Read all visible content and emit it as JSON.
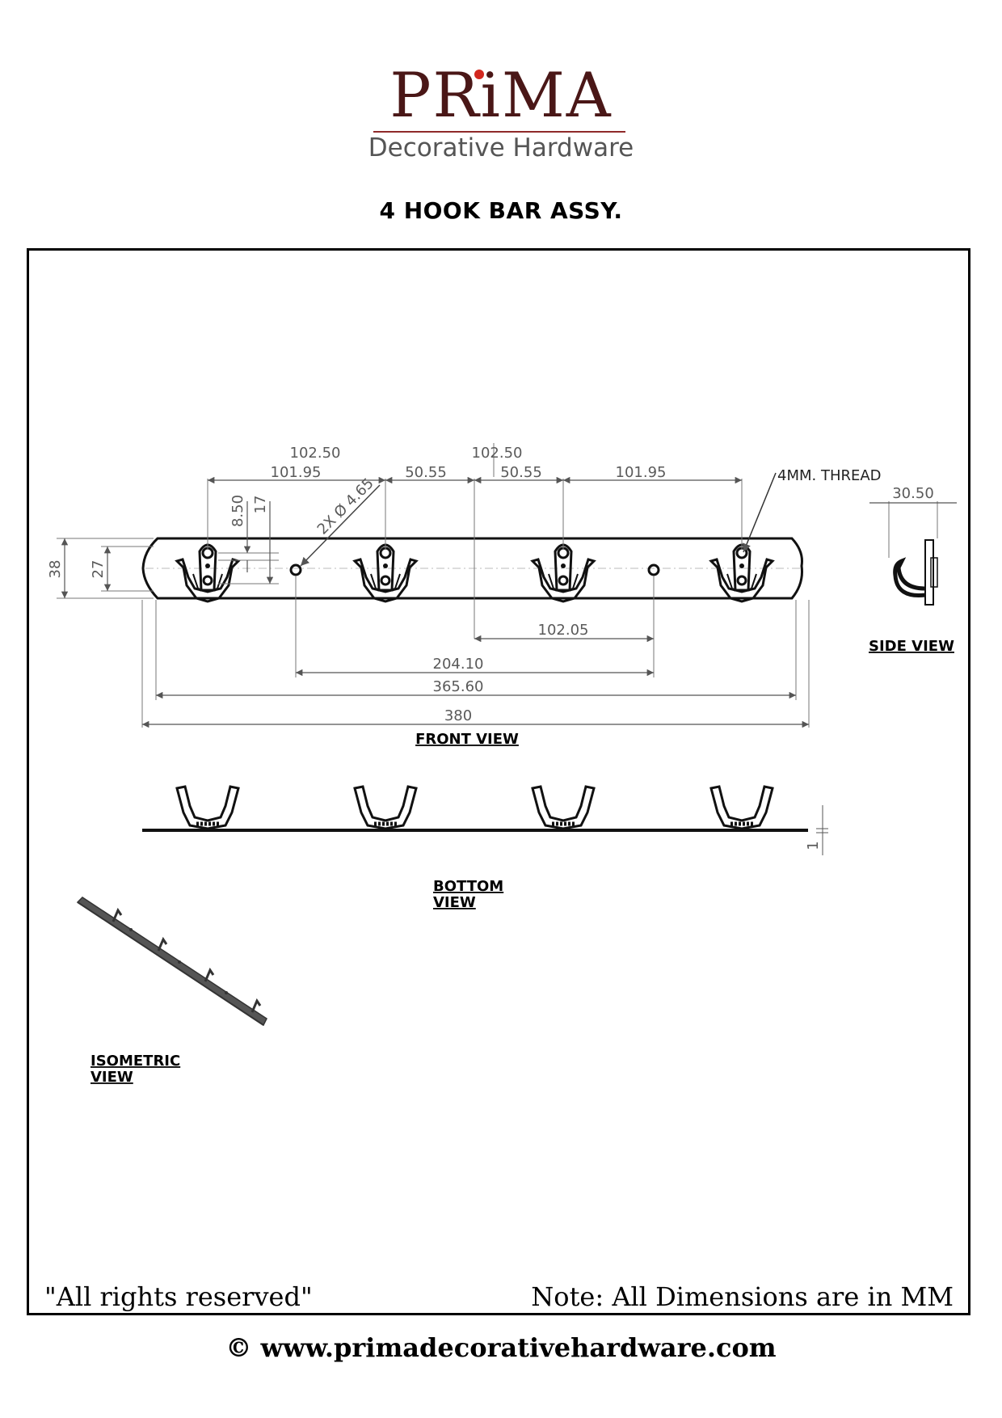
{
  "header": {
    "brand_name": "PRiMA",
    "brand_sub": "Decorative Hardware",
    "title": "4 HOOK BAR ASSY."
  },
  "views": {
    "front": "FRONT VIEW",
    "side": "SIDE VIEW",
    "bottom_line1": "BOTTOM",
    "bottom_line2": "VIEW",
    "iso_line1": "ISOMETRIC",
    "iso_line2": "VIEW"
  },
  "dimensions": {
    "top_a": "102.50",
    "top_b": "102.50",
    "seg1": "101.95",
    "seg2": "50.55",
    "seg3": "50.55",
    "seg4": "101.95",
    "thread": "4MM. THREAD",
    "side_depth": "30.50",
    "hole": "2X Ø 4.65",
    "v_850": "8.50",
    "v_17": "17",
    "v_38": "38",
    "v_27": "27",
    "h_10205": "102.05",
    "h_20410": "204.10",
    "h_36560": "365.60",
    "h_380": "380",
    "bottom_thk": "1"
  },
  "footer": {
    "rights": "\"All rights reserved\"",
    "note": "Note: All Dimensions are in MM",
    "copyright": "© www.primadecorativehardware.com"
  }
}
